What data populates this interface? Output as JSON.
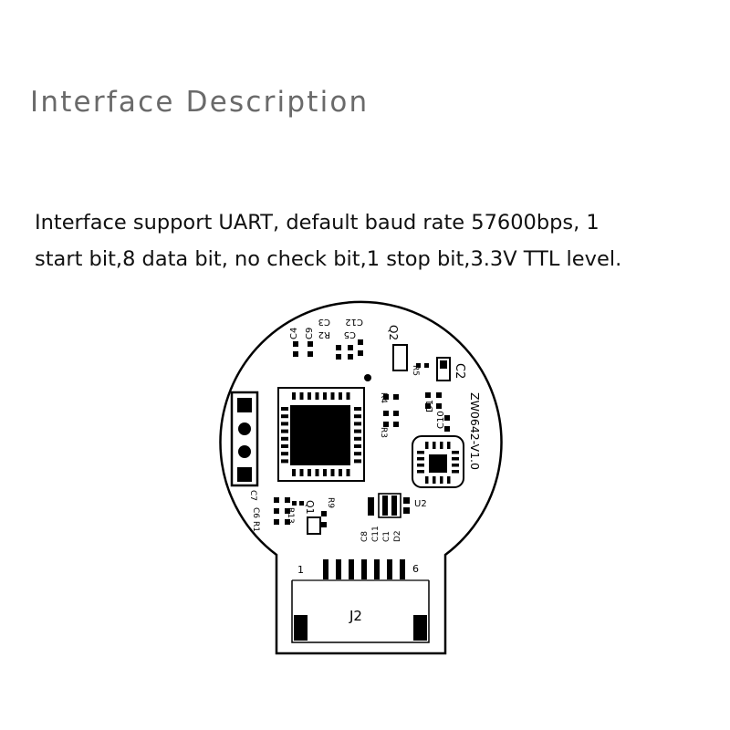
{
  "header": {
    "title": "Interface Description"
  },
  "description": {
    "line1": "Interface support UART, default baud rate 57600bps, 1",
    "line2": "start bit,8 data bit, no check bit,1 stop bit,3.3V TTL level."
  },
  "board": {
    "model": "ZW0642-V1.0",
    "connector": "J2",
    "pin_first": "1",
    "pin_last": "6",
    "labels": {
      "c4": "C4",
      "c9": "C9",
      "c3": "C3",
      "r2": "R2",
      "c12": "C12",
      "c5": "C5",
      "q2": "Q2",
      "r5": "R5",
      "c2": "C2",
      "r4": "R4",
      "r3": "R3",
      "d1": "D1",
      "c10": "C10",
      "c7": "C7",
      "c6": "C6",
      "r1": "R1",
      "r13": "R13",
      "q1": "Q1",
      "r9": "R9",
      "c8": "C8",
      "c11": "C11",
      "c1": "C1",
      "d2": "D2",
      "u2": "U2"
    }
  }
}
